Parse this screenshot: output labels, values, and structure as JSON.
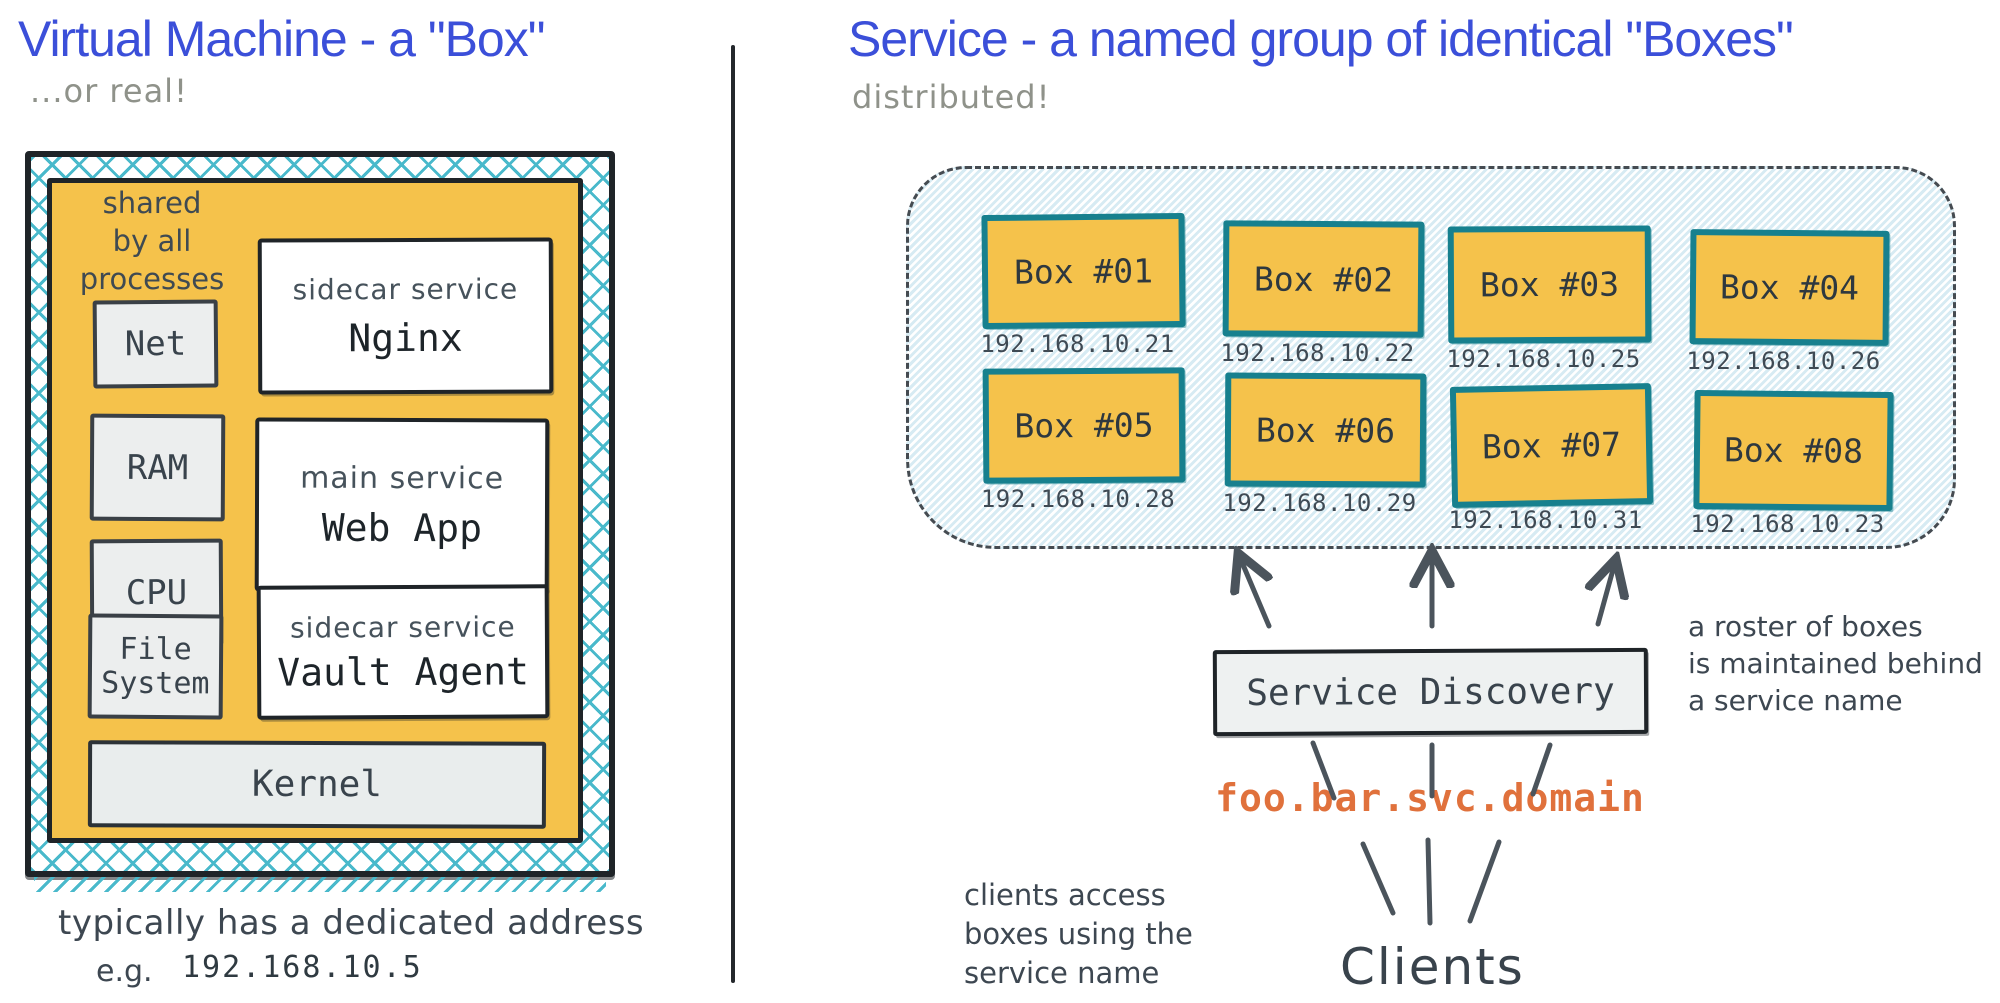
{
  "left_panel": {
    "title": "Virtual Machine - a \"Box\"",
    "subtitle": "...or real!",
    "shared_note_lines": [
      "shared",
      "by all",
      "processes"
    ],
    "resources": [
      {
        "label": "Net"
      },
      {
        "label": "RAM"
      },
      {
        "label": "CPU"
      },
      {
        "label": "File System"
      }
    ],
    "services": [
      {
        "kind": "sidecar service",
        "name": "Nginx"
      },
      {
        "kind": "main service",
        "name": "Web App"
      },
      {
        "kind": "sidecar service",
        "name": "Vault Agent"
      }
    ],
    "kernel_label": "Kernel",
    "address_note": "typically has a dedicated address",
    "example_prefix": "e.g.",
    "example_ip": "192.168.10.5"
  },
  "right_panel": {
    "title": "Service - a named group of identical \"Boxes\"",
    "subtitle": "distributed!",
    "boxes": [
      {
        "label": "Box #01",
        "ip": "192.168.10.21"
      },
      {
        "label": "Box #02",
        "ip": "192.168.10.22"
      },
      {
        "label": "Box #03",
        "ip": "192.168.10.25"
      },
      {
        "label": "Box #04",
        "ip": "192.168.10.26"
      },
      {
        "label": "Box #05",
        "ip": "192.168.10.28"
      },
      {
        "label": "Box #06",
        "ip": "192.168.10.29"
      },
      {
        "label": "Box #07",
        "ip": "192.168.10.31"
      },
      {
        "label": "Box #08",
        "ip": "192.168.10.23"
      }
    ],
    "discovery_label": "Service Discovery",
    "service_name": "foo.bar.svc.domain",
    "clients_label": "Clients",
    "roster_note_lines": [
      "a roster of boxes",
      "is maintained behind",
      "a service name"
    ],
    "access_note_lines": [
      "clients access",
      "boxes using the",
      "service name"
    ]
  },
  "colors": {
    "title_blue": "#3b4fd9",
    "box_orange": "#f5c24b",
    "teal_border": "#17808e",
    "crosshatch_teal": "#49b9cb",
    "hatch_blue": "#d7ebf3",
    "gray_fill": "#eceeee",
    "ink": "#1f2428",
    "hand_dark": "#3d4852",
    "hand_gray": "#8f928a",
    "orange_text": "#e0713c",
    "arrow_gray": "#4b545c"
  }
}
